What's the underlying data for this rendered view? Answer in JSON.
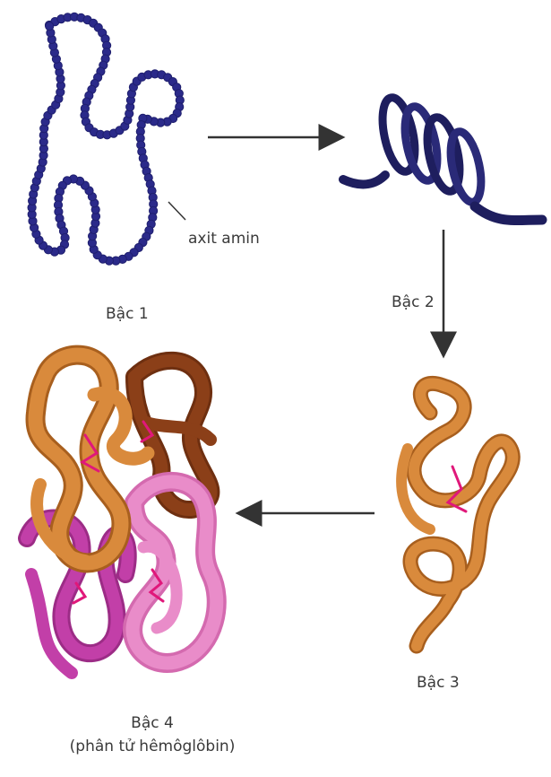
{
  "labels": {
    "amino_acid": "axit amin",
    "level1": "Bậc 1",
    "level2": "Bậc 2",
    "level3": "Bậc 3",
    "level4": "Bậc 4",
    "level4_note": "(phân tử hêmôglôbin)"
  },
  "colors": {
    "chain": "#2b2a8a",
    "chain_dark": "#1f1f6e",
    "helix": "#1e1e5e",
    "arrow": "#333333",
    "orange": "#d98a3c",
    "orange_dark": "#a85f1e",
    "brown": "#8b3f18",
    "magenta": "#c23fa8",
    "pink": "#e98cc9",
    "heme": "#e0187a"
  }
}
